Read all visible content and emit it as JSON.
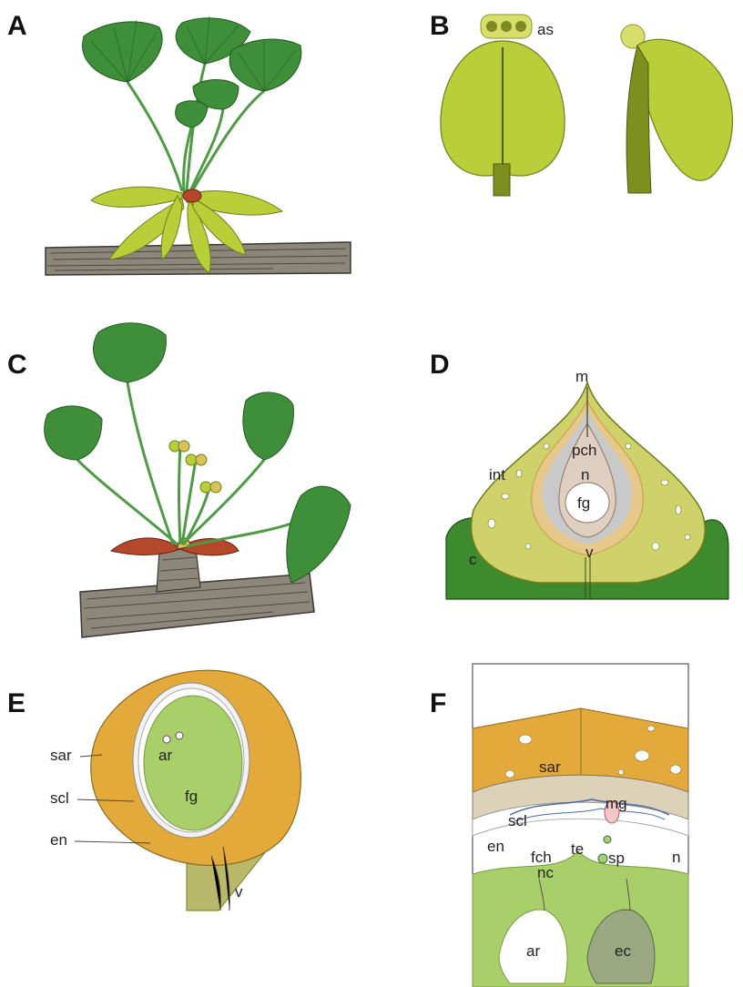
{
  "panels": {
    "a": {
      "letter": "A"
    },
    "b": {
      "letter": "B",
      "labels": {
        "as": "as"
      }
    },
    "c": {
      "letter": "C"
    },
    "d": {
      "letter": "D",
      "labels": {
        "m": "m",
        "pch": "pch",
        "n": "n",
        "fg": "fg",
        "int": "int",
        "c": "c",
        "v": "v"
      }
    },
    "e": {
      "letter": "E",
      "labels": {
        "sar": "sar",
        "ar": "ar",
        "fg": "fg",
        "scl": "scl",
        "en": "en",
        "v": "v"
      }
    },
    "f": {
      "letter": "F",
      "labels": {
        "sar": "sar",
        "scl": "scl",
        "mg": "mg",
        "en": "en",
        "n": "n",
        "fch": "fch",
        "te": "te",
        "sp": "sp",
        "nc": "nc",
        "ar": "ar",
        "ec": "ec"
      }
    }
  },
  "colors": {
    "leaf_green": "#3f8f3a",
    "leaf_dark": "#2c6b2a",
    "ovule_yellow": "#b9cf3a",
    "branch_gray": "#8a8478",
    "collar_red": "#b5472a",
    "sarcotesta_orange": "#e3a93a",
    "gametophyte_green": "#a9cf6a",
    "integument_yellow": "#cfd16a",
    "collar_green": "#3e8a2e"
  }
}
